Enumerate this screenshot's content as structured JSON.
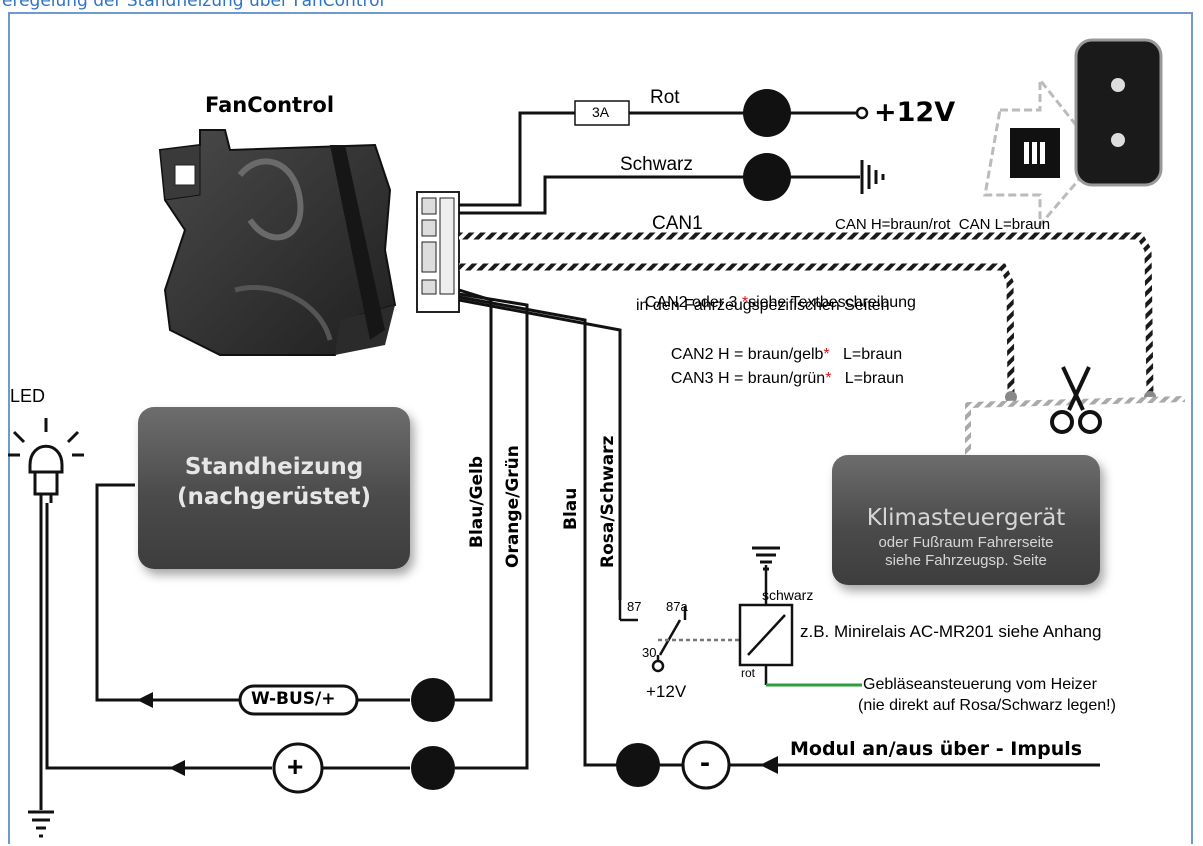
{
  "header": {
    "caption": "eregelung der Standheizung über FanControl"
  },
  "module": {
    "title": "FanControl"
  },
  "fuse": {
    "label": "3A"
  },
  "wires": {
    "rot": "Rot",
    "plus12v": "+12V",
    "schwarz": "Schwarz",
    "can1": "CAN1",
    "can1_pins": "CAN H=braun/rot  CAN L=braun",
    "can23_line1": "CAN2 oder 3 ",
    "can23_star": "*",
    "can23_line1b": "siehe Textbeschreibung",
    "can23_line2": "in den Fahrzeugspezifischen Seiten",
    "can2_a": "CAN2 H = braun/gelb",
    "can2_b": "   L=braun",
    "can3_a": "CAN3 H = braun/grün",
    "can3_b": "   L=braun",
    "star": "*",
    "blau_gelb": "Blau/Gelb",
    "orange_gruen": "Orange/Grün",
    "blau": "Blau",
    "rosa_schwarz": "Rosa/Schwarz"
  },
  "led": {
    "label": "LED"
  },
  "heater": {
    "line1": "Standheizung",
    "line2": "(nachgerüstet)"
  },
  "climate": {
    "line1": "Klimasteuergerät",
    "line2": "oder Fußraum Fahrerseite",
    "line3": "siehe Fahrzeugsp. Seite"
  },
  "relay": {
    "pin87": "87",
    "pin87a": "87a",
    "pin30": "30",
    "plus12v": "+12V",
    "schwarz": "schwarz",
    "rot": "rot",
    "name": "z.B. Minirelais AC-MR201",
    "ref": "siehe Anhang",
    "blower_line1": "Gebläseansteuerung vom Heizer",
    "blower_line2": "(nie direkt auf Rosa/Schwarz legen!)"
  },
  "bottom": {
    "wbus": "W-BUS/+",
    "plus": "+",
    "minus": "-",
    "impulse": "Modul an/aus über - Impuls"
  },
  "colors": {
    "frame": "#6f9ad0",
    "caption": "#2f73c7",
    "box_dark": "#4b4b4b",
    "star_red": "#e1141b",
    "green_wire": "#2e9e3e"
  }
}
